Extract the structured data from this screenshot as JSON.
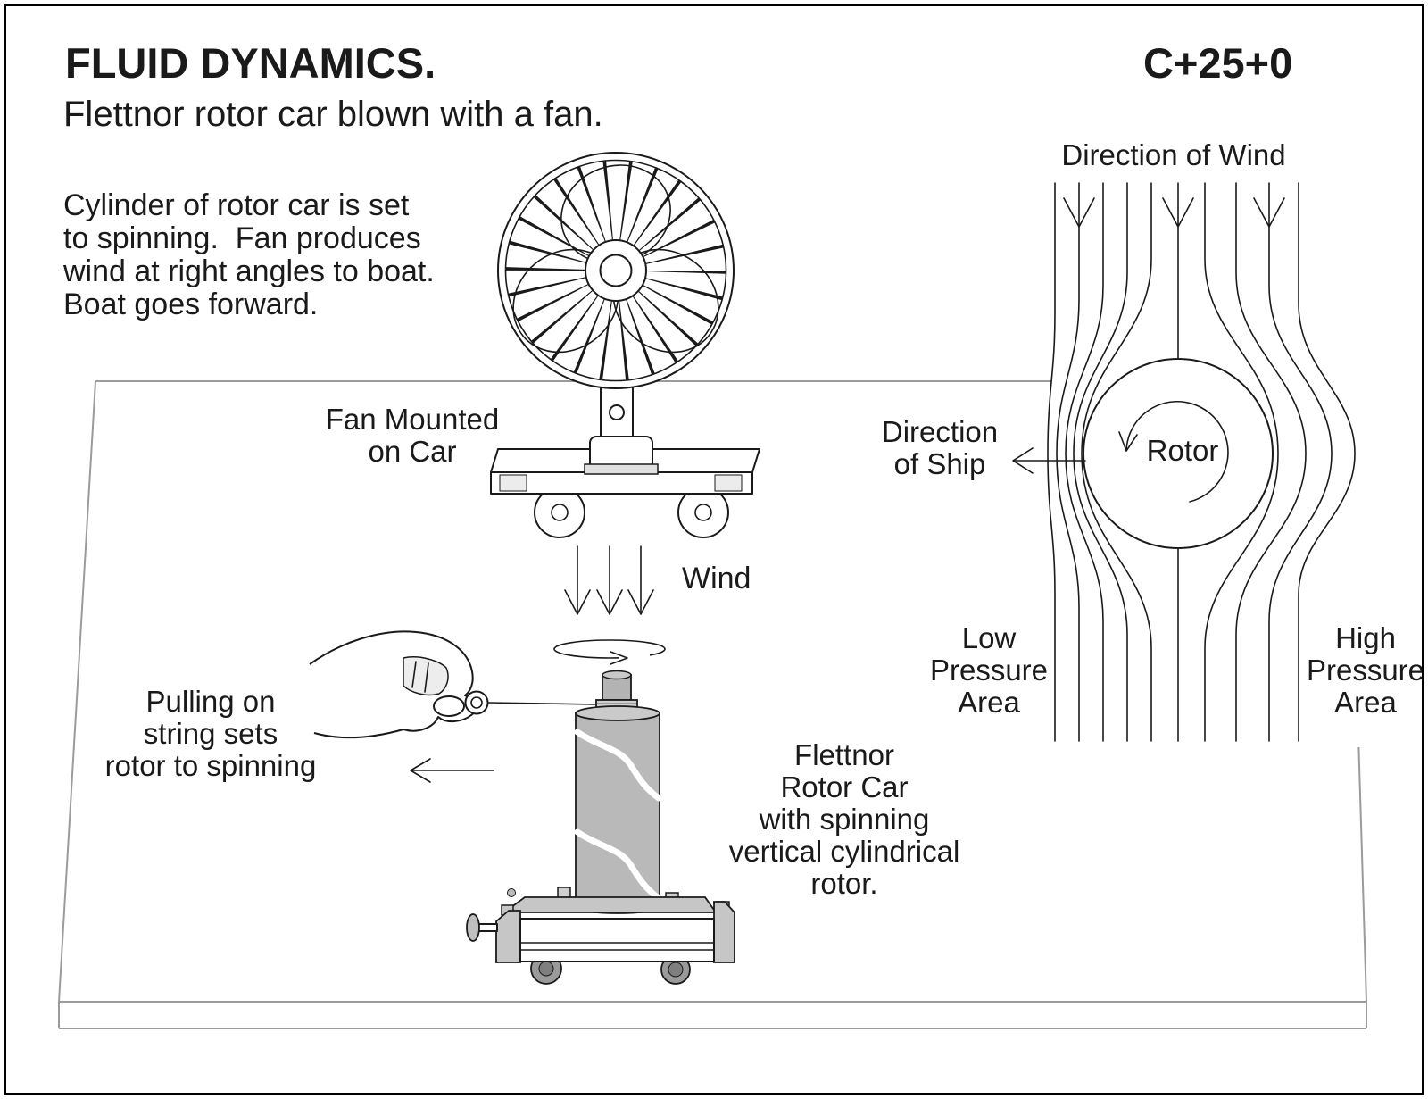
{
  "header": {
    "title": "FLUID DYNAMICS.",
    "code": "C+25+0",
    "subtitle": "Flettnor rotor car blown with a fan."
  },
  "intro": "Cylinder of rotor car is set\nto spinning.  Fan produces\nwind at right angles to boat.\nBoat goes forward.",
  "labels": {
    "fan_car": "Fan Mounted\non Car",
    "wind": "Wind",
    "pulling": "Pulling on\nstring sets\nrotor to spinning",
    "rotor_car": "Flettnor\nRotor Car\nwith spinning\nvertical cylindrical\nrotor."
  },
  "flow_diagram": {
    "wind_direction": "Direction of Wind",
    "ship_direction": "Direction\nof Ship",
    "rotor": "Rotor",
    "low_pressure": "Low\nPressure\nArea",
    "high_pressure": "High\nPressure\nArea"
  },
  "colors": {
    "ink": "#1a1a1a",
    "table_line": "#9b9b9b",
    "cylinder_gray": "#b9b9b9",
    "cart_gray": "#c6c6c6",
    "wheel_gray": "#9a9a9a"
  }
}
